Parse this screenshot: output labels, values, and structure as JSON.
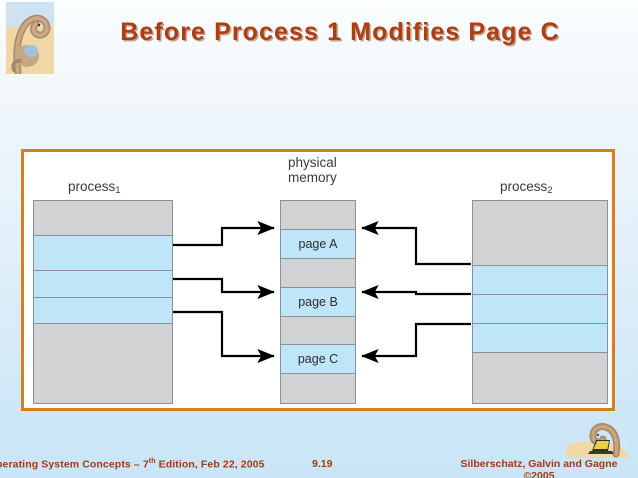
{
  "slide": {
    "title": "Before Process 1 Modifies Page C",
    "background_top": "#fbfdfe",
    "background_bottom": "#c9e5f7",
    "title_color": "#b03c10",
    "frame_border_color": "#d4811d"
  },
  "logos": {
    "top_left": "dinosaur-logo",
    "bottom_right": "dinosaur-with-laptop-logo"
  },
  "figure": {
    "labels": {
      "process1": "process",
      "process1_sub": "1",
      "physical_memory_line1": "physical",
      "physical_memory_line2": "memory",
      "process2": "process",
      "process2_sub": "2"
    },
    "colors": {
      "gray_cell": "#d2d3d4",
      "blue_cell": "#bfe5f8",
      "cell_border": "#8d9195",
      "arrow": "#000000"
    },
    "process1_column": [
      {
        "label": "",
        "fill": "gray",
        "height_pct": 17.5
      },
      {
        "label": "",
        "fill": "blue",
        "height_pct": 17.0
      },
      {
        "label": "",
        "fill": "blue",
        "height_pct": 13.5
      },
      {
        "label": "",
        "fill": "blue",
        "height_pct": 13.0
      },
      {
        "label": "",
        "fill": "gray",
        "height_pct": 39.0
      }
    ],
    "physical_memory_column": [
      {
        "label": "",
        "fill": "gray",
        "height_pct": 14.3
      },
      {
        "label": "page A",
        "fill": "blue",
        "height_pct": 14.3
      },
      {
        "label": "",
        "fill": "gray",
        "height_pct": 14.3
      },
      {
        "label": "page B",
        "fill": "blue",
        "height_pct": 14.3
      },
      {
        "label": "",
        "fill": "gray",
        "height_pct": 14.3
      },
      {
        "label": "page C",
        "fill": "blue",
        "height_pct": 14.3
      },
      {
        "label": "",
        "fill": "gray",
        "height_pct": 14.2
      }
    ],
    "process2_column": [
      {
        "label": "",
        "fill": "gray",
        "height_pct": 32.0
      },
      {
        "label": "",
        "fill": "blue",
        "height_pct": 14.5
      },
      {
        "label": "",
        "fill": "blue",
        "height_pct": 14.5
      },
      {
        "label": "",
        "fill": "blue",
        "height_pct": 14.5
      },
      {
        "label": "",
        "fill": "gray",
        "height_pct": 24.5
      }
    ],
    "mappings_left": [
      {
        "from": "process1 row 2",
        "to": "page A"
      },
      {
        "from": "process1 row 3",
        "to": "page B"
      },
      {
        "from": "process1 row 4",
        "to": "page C"
      }
    ],
    "mappings_right": [
      {
        "from": "process2 row 2",
        "to": "page A"
      },
      {
        "from": "process2 row 3",
        "to": "page B"
      },
      {
        "from": "process2 row 4",
        "to": "page C"
      }
    ]
  },
  "footer": {
    "left_text_before_sup": "perating System Concepts – 7",
    "left_sup": "th",
    "left_text_after_sup": " Edition, Feb 22, 2005",
    "slide_number": "9.19",
    "right_line1": "Silberschatz, Galvin and Gagne",
    "right_line2": "©2005"
  }
}
